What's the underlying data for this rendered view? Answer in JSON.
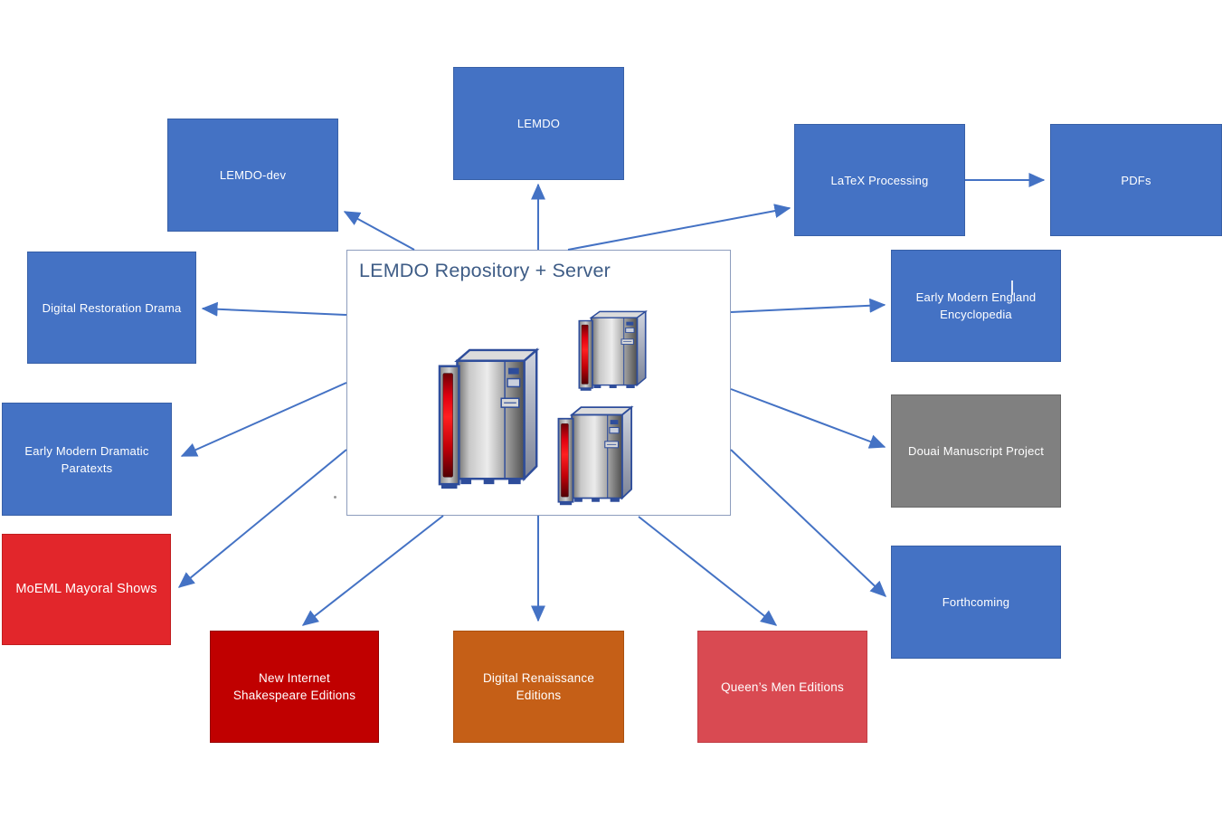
{
  "diagram": {
    "center": {
      "title": "LEMDO Repository + Server",
      "icons": [
        "server-tower-icon",
        "server-tower-icon",
        "server-tower-icon"
      ]
    },
    "nodes": [
      {
        "id": "lemdo",
        "label": "LEMDO",
        "fill": "#4472C4",
        "text_color": "#FFFFFF"
      },
      {
        "id": "lemdo-dev",
        "label": "LEMDO-dev",
        "fill": "#4472C4",
        "text_color": "#FFFFFF"
      },
      {
        "id": "latex-processing",
        "label": "LaTeX Processing",
        "fill": "#4472C4",
        "text_color": "#FFFFFF"
      },
      {
        "id": "pdfs",
        "label": "PDFs",
        "fill": "#4472C4",
        "text_color": "#FFFFFF"
      },
      {
        "id": "digital-restoration-drama",
        "label": "Digital Restoration Drama",
        "fill": "#4472C4",
        "text_color": "#FFFFFF"
      },
      {
        "id": "early-modern-england-encyclopedia",
        "label": "Early Modern England Encyclopedia",
        "fill": "#4472C4",
        "text_color": "#FFFFFF"
      },
      {
        "id": "early-modern-dramatic-paratexts",
        "label": "Early Modern Dramatic Paratexts",
        "fill": "#4472C4",
        "text_color": "#FFFFFF"
      },
      {
        "id": "douai-manuscript-project",
        "label": "Douai Manuscript Project",
        "fill": "#808080",
        "text_color": "#FFFFFF"
      },
      {
        "id": "moeml-mayoral-shows",
        "label": "MoEML Mayoral Shows",
        "fill": "#E2262B",
        "text_color": "#FFFFFF"
      },
      {
        "id": "forthcoming",
        "label": "Forthcoming",
        "fill": "#4472C4",
        "text_color": "#FFFFFF"
      },
      {
        "id": "new-internet-shakespeare-editions",
        "label": "New Internet Shakespeare Editions",
        "fill": "#C00000",
        "text_color": "#FFFFFF"
      },
      {
        "id": "digital-renaissance-editions",
        "label": "Digital Renaissance Editions",
        "fill": "#C55F17",
        "text_color": "#FFFFFF"
      },
      {
        "id": "queens-men-editions",
        "label": "Queen’s Men Editions",
        "fill": "#D94A52",
        "text_color": "#FFFFFF"
      }
    ],
    "edges": [
      {
        "from": "lemdo-repository-server",
        "to": "lemdo"
      },
      {
        "from": "lemdo-repository-server",
        "to": "lemdo-dev"
      },
      {
        "from": "lemdo-repository-server",
        "to": "latex-processing"
      },
      {
        "from": "latex-processing",
        "to": "pdfs"
      },
      {
        "from": "lemdo-repository-server",
        "to": "digital-restoration-drama"
      },
      {
        "from": "lemdo-repository-server",
        "to": "early-modern-england-encyclopedia"
      },
      {
        "from": "lemdo-repository-server",
        "to": "early-modern-dramatic-paratexts"
      },
      {
        "from": "lemdo-repository-server",
        "to": "douai-manuscript-project"
      },
      {
        "from": "lemdo-repository-server",
        "to": "moeml-mayoral-shows"
      },
      {
        "from": "lemdo-repository-server",
        "to": "forthcoming"
      },
      {
        "from": "lemdo-repository-server",
        "to": "new-internet-shakespeare-editions"
      },
      {
        "from": "lemdo-repository-server",
        "to": "digital-renaissance-editions"
      },
      {
        "from": "lemdo-repository-server",
        "to": "queens-men-editions"
      }
    ],
    "colors": {
      "node_blue": "#4472C4",
      "node_gray": "#808080",
      "node_bright_red": "#E2262B",
      "node_dark_red": "#C00000",
      "node_orange": "#C55F17",
      "node_crimson": "#D94A52",
      "arrow": "#4472C4",
      "center_title_text": "#3E5C86",
      "node_text": "#FFFFFF",
      "server_red_stripe": "#E00010",
      "server_outline": "#2E4D9B"
    }
  }
}
